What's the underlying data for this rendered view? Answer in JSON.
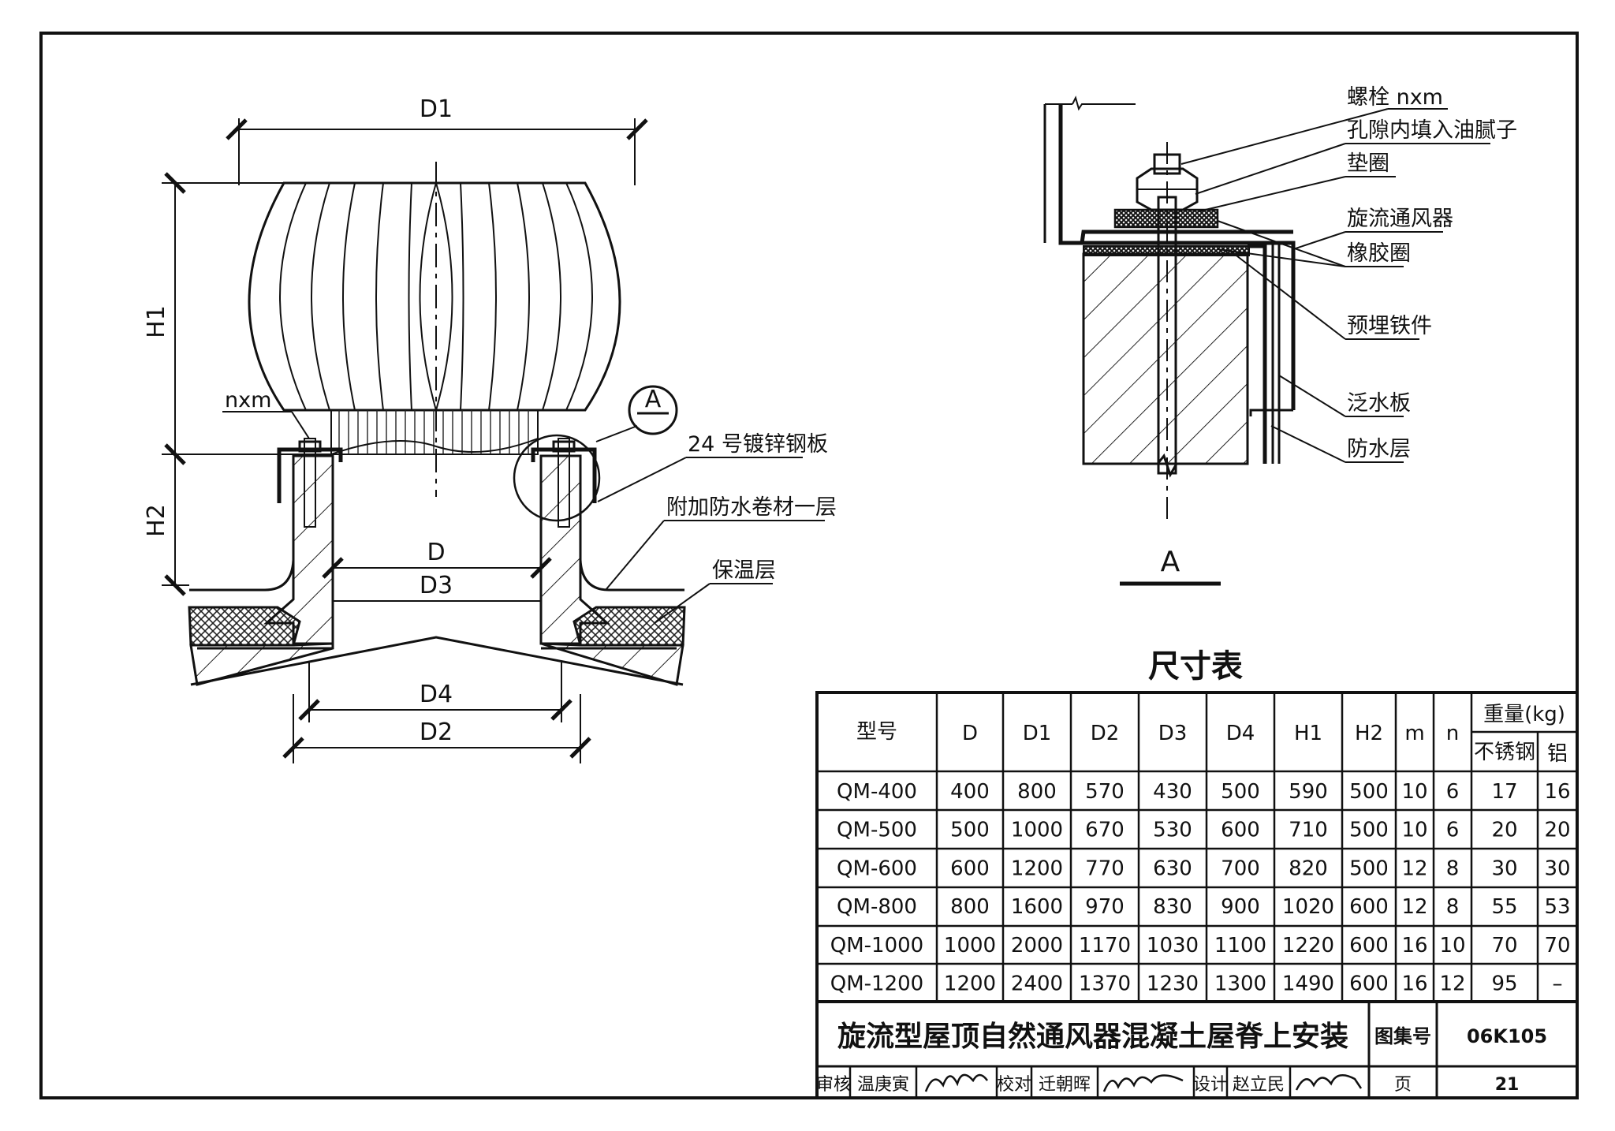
{
  "drawing": {
    "labels": {
      "D1": "D1",
      "H1": "H1",
      "H2": "H2",
      "D": "D",
      "D3": "D3",
      "D4": "D4",
      "D2": "D2",
      "nxm": "nxm",
      "detail_mark": "A",
      "galvanized": "24 号镀锌钢板",
      "waterproof_extra": "附加防水卷材一层",
      "insulation": "保温层"
    },
    "detail": {
      "title": "A",
      "labels": {
        "bolt": "螺栓 nxm",
        "putty": "孔隙内填入油腻子",
        "washer": "垫圈",
        "ventilator": "旋流通风器",
        "rubber": "橡胶圈",
        "embedded": "预埋铁件",
        "flashing": "泛水板",
        "waterproof": "防水层"
      }
    }
  },
  "table": {
    "title": "尺寸表",
    "headers": {
      "model": "型号",
      "D": "D",
      "D1": "D1",
      "D2": "D2",
      "D3": "D3",
      "D4": "D4",
      "H1": "H1",
      "H2": "H2",
      "m": "m",
      "n": "n",
      "weight": "重量(kg)",
      "stainless": "不锈钢",
      "aluminum": "铝"
    },
    "rows": [
      [
        "QM-400",
        "400",
        "800",
        "570",
        "430",
        "500",
        "590",
        "500",
        "10",
        "6",
        "17",
        "16"
      ],
      [
        "QM-500",
        "500",
        "1000",
        "670",
        "530",
        "600",
        "710",
        "500",
        "10",
        "6",
        "20",
        "20"
      ],
      [
        "QM-600",
        "600",
        "1200",
        "770",
        "630",
        "700",
        "820",
        "500",
        "12",
        "8",
        "30",
        "30"
      ],
      [
        "QM-800",
        "800",
        "1600",
        "970",
        "830",
        "900",
        "1020",
        "600",
        "12",
        "8",
        "55",
        "53"
      ],
      [
        "QM-1000",
        "1000",
        "2000",
        "1170",
        "1030",
        "1100",
        "1220",
        "600",
        "16",
        "10",
        "70",
        "70"
      ],
      [
        "QM-1200",
        "1200",
        "2400",
        "1370",
        "1230",
        "1300",
        "1490",
        "600",
        "16",
        "12",
        "95",
        "–"
      ]
    ]
  },
  "title_block": {
    "title": "旋流型屋顶自然通风器混凝土屋脊上安装",
    "atlas_label": "图集号",
    "atlas_no": "06K105",
    "review_label": "审核",
    "reviewer": "温庚寅",
    "check_label": "校对",
    "checker": "迁朝晖",
    "design_label": "设计",
    "designer": "赵立民",
    "page_label": "页",
    "page_no": "21"
  }
}
